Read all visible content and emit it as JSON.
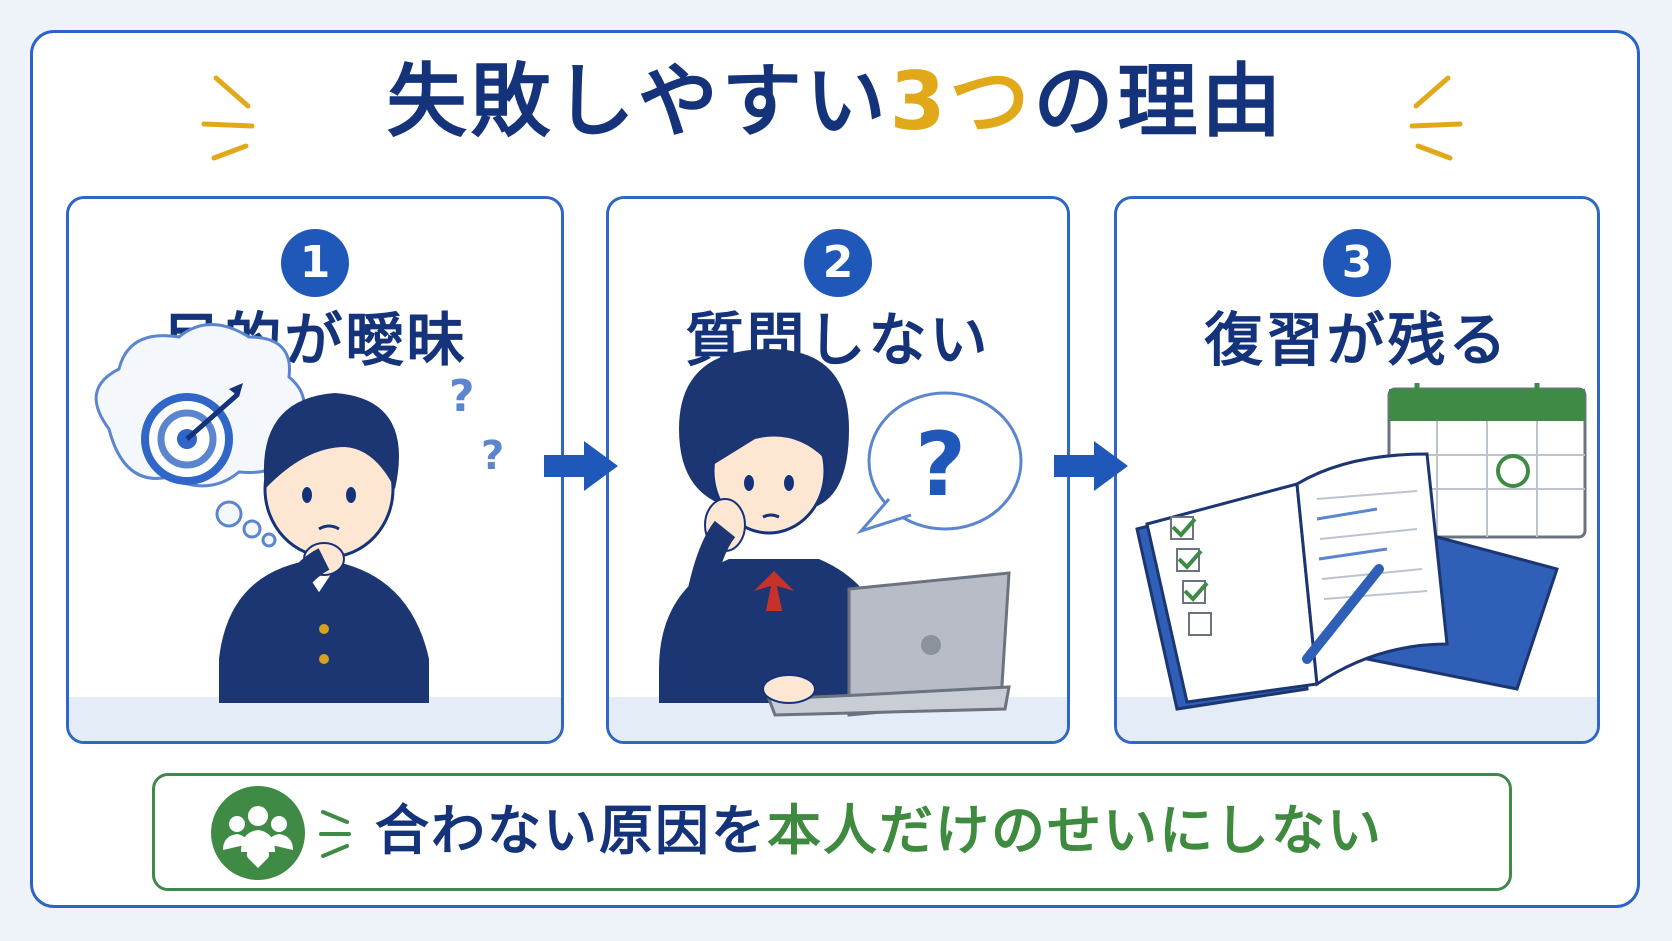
{
  "title": {
    "main": "失敗しやすい",
    "accent": "3つ",
    "tail": "の理由"
  },
  "cards": [
    {
      "number": "1",
      "label": "目的が曖昧"
    },
    {
      "number": "2",
      "label": "質問しない"
    },
    {
      "number": "3",
      "label": "復習が残る"
    }
  ],
  "bottom": {
    "prefix": "合わない原因を",
    "highlight": "本人だけのせいにしない"
  },
  "icons": {
    "target": "target-icon",
    "question": "question-mark-icon",
    "calendar": "calendar-icon",
    "notebook": "notebook-icon",
    "arrow": "arrow-right-icon",
    "people": "people-heart-icon"
  },
  "colors": {
    "navy": "#14337a",
    "blue": "#1f58b8",
    "gold": "#e1a91a",
    "green": "#3e8a3f"
  }
}
